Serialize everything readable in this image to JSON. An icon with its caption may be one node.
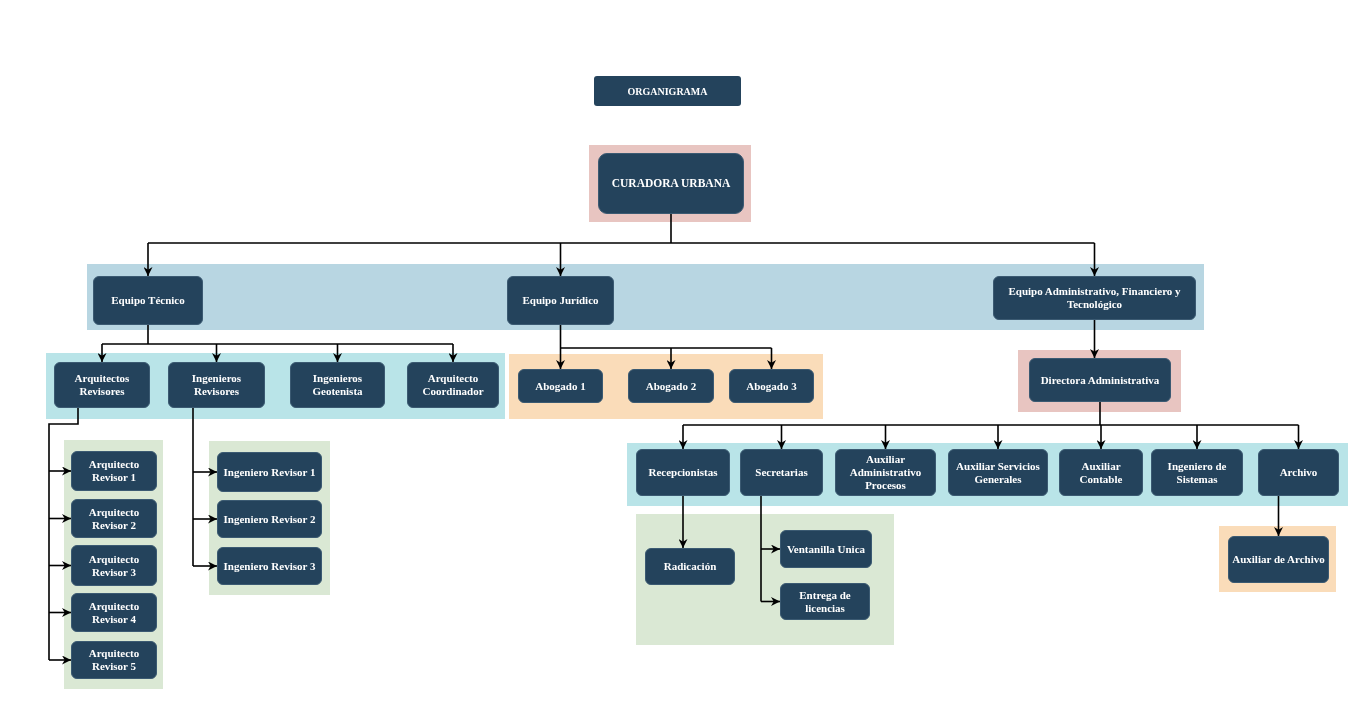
{
  "diagram": {
    "title": "ORGANIGRAMA",
    "nodes": [
      {
        "text": [],
        "shape": "band"
      },
      {
        "text": [
          "CURADORA URBANA"
        ],
        "in": 0
      },
      {
        "text": [],
        "shape": "band"
      },
      {
        "text": [
          "Equipo Técnico"
        ],
        "in": 2
      },
      {
        "text": [
          "Equipo Jurídico"
        ],
        "in": 2
      },
      {
        "text": [
          "Equipo Administrativo, Financiero y Tecnológico"
        ],
        "in": 2
      },
      {
        "text": [],
        "shape": "band"
      },
      {
        "text": [
          "Arquitectos Revisores"
        ],
        "in": 6
      },
      {
        "text": [
          "Ingenieros Revisores"
        ],
        "in": 6
      },
      {
        "text": [
          "Ingenieros Geotenista"
        ],
        "in": 6
      },
      {
        "text": [
          "Arquitecto Coordinador"
        ],
        "in": 6
      },
      {
        "text": [],
        "shape": "band"
      },
      {
        "text": [
          "Abogado 1"
        ],
        "in": 11
      },
      {
        "text": [
          "Abogado 2"
        ],
        "in": 11
      },
      {
        "text": [
          "Abogado 3"
        ],
        "in": 11
      },
      {
        "text": [],
        "shape": "band"
      },
      {
        "text": [
          "Directora Administrativa"
        ],
        "in": 15
      },
      {
        "text": [],
        "shape": "band"
      },
      {
        "text": [
          "Arquitecto Revisor 1"
        ],
        "in": 17
      },
      {
        "text": [
          "Arquitecto Revisor 2"
        ],
        "in": 17
      },
      {
        "text": [
          "Arquitecto Revisor 3"
        ],
        "in": 17
      },
      {
        "text": [
          "Arquitecto Revisor 4"
        ],
        "in": 17
      },
      {
        "text": [
          "Arquitecto Revisor 5"
        ],
        "in": 17
      },
      {
        "text": [],
        "shape": "band"
      },
      {
        "text": [
          "Ingeniero Revisor 1"
        ],
        "in": 23
      },
      {
        "text": [
          "Ingeniero Revisor 2"
        ],
        "in": 23
      },
      {
        "text": [
          "Ingeniero Revisor 3"
        ],
        "in": 23
      },
      {
        "text": [],
        "shape": "band"
      },
      {
        "text": [
          "Recepcionistas"
        ],
        "in": 27
      },
      {
        "text": [
          "Secretarias"
        ],
        "in": 27
      },
      {
        "text": [
          "Auxiliar Administrativo Procesos"
        ],
        "in": 27
      },
      {
        "text": [
          "Auxiliar Servicios Generales"
        ],
        "in": 27
      },
      {
        "text": [
          "Auxiliar Contable"
        ],
        "in": 27
      },
      {
        "text": [
          "Ingeniero de Sistemas"
        ],
        "in": 27
      },
      {
        "text": [
          "Archivo"
        ],
        "in": 27
      },
      {
        "text": [],
        "shape": "band"
      },
      {
        "text": [
          "Radicación"
        ],
        "in": 35
      },
      {
        "text": [
          "Ventanilla Unica"
        ],
        "in": 35
      },
      {
        "text": [
          "Entrega de licencias"
        ],
        "in": 35
      },
      {
        "text": [],
        "shape": "band"
      },
      {
        "text": [
          "Auxiliar de Archivo"
        ],
        "in": 39
      }
    ],
    "edges": [
      {
        "from": 1,
        "to": 3,
        "arrow": "to"
      },
      {
        "from": 1,
        "to": 4,
        "arrow": "to"
      },
      {
        "from": 1,
        "to": 5,
        "arrow": "to"
      },
      {
        "from": 3,
        "to": 7,
        "arrow": "to"
      },
      {
        "from": 3,
        "to": 8,
        "arrow": "to"
      },
      {
        "from": 3,
        "to": 9,
        "arrow": "to"
      },
      {
        "from": 3,
        "to": 10,
        "arrow": "to"
      },
      {
        "from": 4,
        "to": 12,
        "arrow": "to"
      },
      {
        "from": 4,
        "to": 13,
        "arrow": "to"
      },
      {
        "from": 4,
        "to": 14,
        "arrow": "to"
      },
      {
        "from": 5,
        "to": 16,
        "arrow": "to"
      },
      {
        "from": 7,
        "to": 18,
        "arrow": "to"
      },
      {
        "from": 7,
        "to": 19,
        "arrow": "to"
      },
      {
        "from": 7,
        "to": 20,
        "arrow": "to"
      },
      {
        "from": 7,
        "to": 21,
        "arrow": "to"
      },
      {
        "from": 7,
        "to": 22,
        "arrow": "to"
      },
      {
        "from": 8,
        "to": 24,
        "arrow": "to"
      },
      {
        "from": 8,
        "to": 25,
        "arrow": "to"
      },
      {
        "from": 8,
        "to": 26,
        "arrow": "to"
      },
      {
        "from": 16,
        "to": 28,
        "arrow": "to"
      },
      {
        "from": 16,
        "to": 29,
        "arrow": "to"
      },
      {
        "from": 16,
        "to": 30,
        "arrow": "to"
      },
      {
        "from": 16,
        "to": 31,
        "arrow": "to"
      },
      {
        "from": 16,
        "to": 32,
        "arrow": "to"
      },
      {
        "from": 16,
        "to": 33,
        "arrow": "to"
      },
      {
        "from": 16,
        "to": 34,
        "arrow": "to"
      },
      {
        "from": 28,
        "to": 36,
        "arrow": "to"
      },
      {
        "from": 29,
        "to": 37,
        "arrow": "to"
      },
      {
        "from": 29,
        "to": 38,
        "arrow": "to"
      },
      {
        "from": 34,
        "to": 40,
        "arrow": "to"
      }
    ]
  }
}
